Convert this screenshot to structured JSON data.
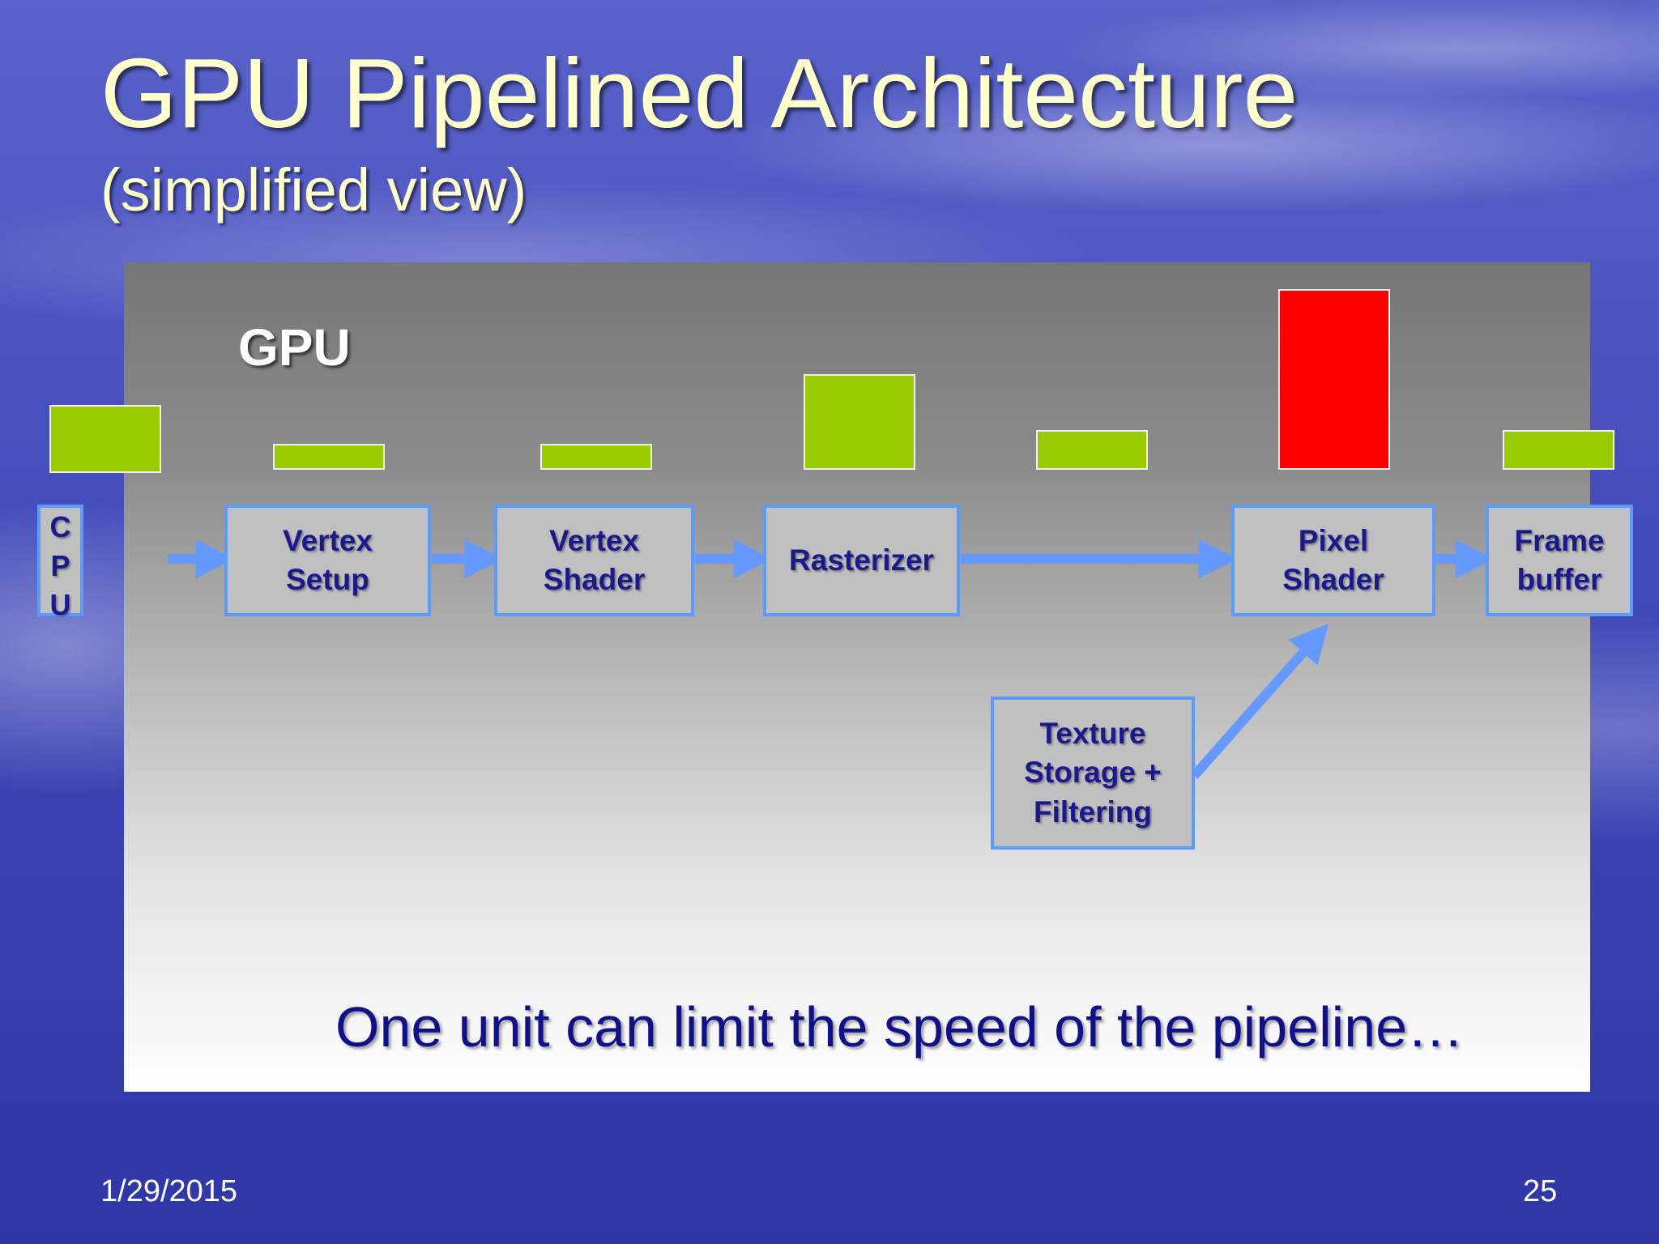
{
  "slide": {
    "title": "GPU Pipelined Architecture",
    "subtitle": "(simplified view)",
    "gpu_label": "GPU",
    "takeaway": "One unit can limit the speed of the pipeline…",
    "date": "1/29/2015",
    "page_number": "25"
  },
  "cpu": {
    "label": "C\nP\nU"
  },
  "stages": {
    "vertex_setup": "Vertex\nSetup",
    "vertex_shader": "Vertex\nShader",
    "rasterizer": "Rasterizer",
    "pixel_shader": "Pixel\nShader",
    "frame_buffer": "Frame\nbuffer",
    "texture": "Texture\nStorage +\nFiltering"
  },
  "colors": {
    "normal_load": "#99cc00",
    "bottleneck_load": "#ff0000",
    "arrow": "#6699ff",
    "title": "#ffffcc"
  }
}
